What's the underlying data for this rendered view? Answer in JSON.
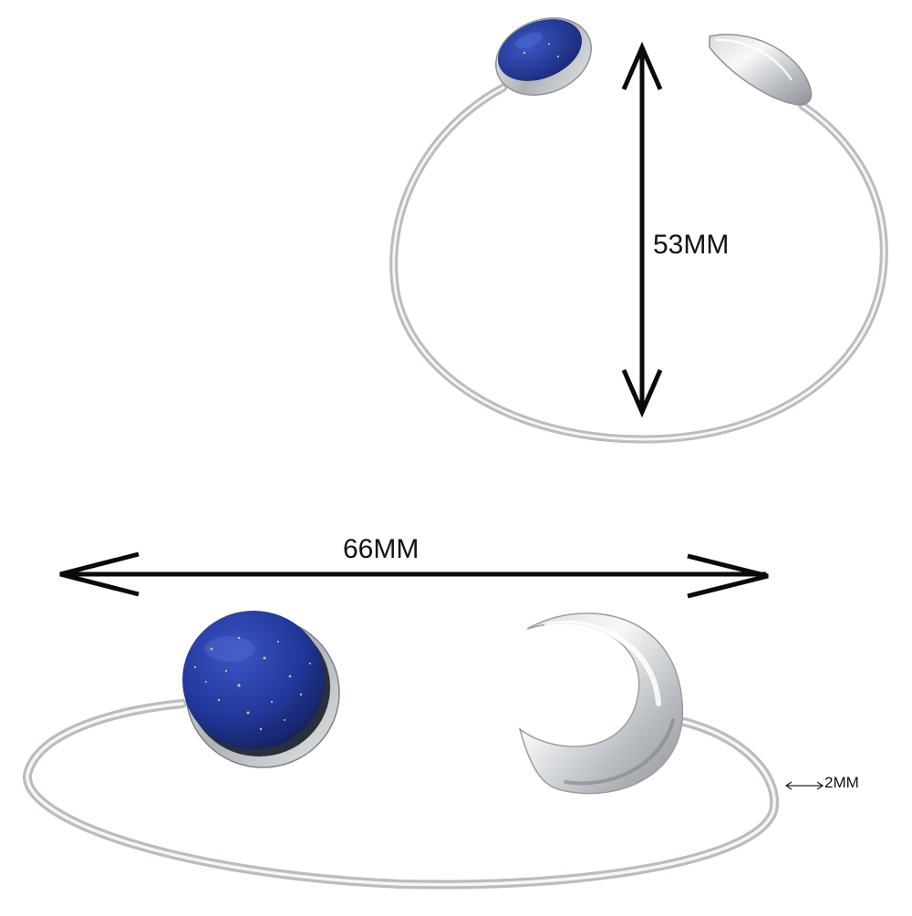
{
  "dimensions": {
    "height_label": "53MM",
    "width_label": "66MM",
    "thickness_label": "2MM"
  },
  "colors": {
    "background": "#ffffff",
    "silver": "#c9cccf",
    "silver_light": "#f2f3f4",
    "silver_dark": "#8e9296",
    "lapis": "#233a9c",
    "lapis_dark": "#14205e",
    "gold_fleck": "#d9c27a",
    "arrow": "#0a0a0a"
  }
}
